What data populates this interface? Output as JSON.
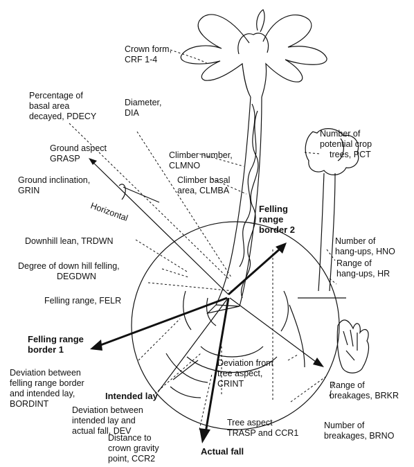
{
  "labels": {
    "crown_form": [
      "Crown form,",
      "CRF 1-4"
    ],
    "pdecy": [
      "Percentage of",
      "basal area",
      "decayed, PDECY"
    ],
    "dia": [
      "Diameter,",
      "DIA"
    ],
    "grasp": [
      "Ground aspect",
      "GRASP"
    ],
    "grin": [
      "Ground inclination,",
      "GRIN"
    ],
    "horizontal": "Horizontal",
    "clmno": [
      "Climber number,",
      "CLMNO"
    ],
    "clmba": [
      "Climber basal",
      "area, CLMBA"
    ],
    "pct": [
      "Number of",
      "potential crop",
      "trees, PCT"
    ],
    "felling_border2": [
      "Felling",
      "range",
      "border 2"
    ],
    "trdwn": "Downhill lean, TRDWN",
    "degdwn": [
      "Degree of down hill felling,",
      "DEGDWN"
    ],
    "hno": [
      "Number of",
      "hang-ups, HNO"
    ],
    "hr": [
      "Range of",
      "hang-ups, HR"
    ],
    "felr": "Felling range, FELR",
    "felling_border1": [
      "Felling range",
      "border 1"
    ],
    "bordint": [
      "Deviation between",
      "felling range border",
      "and intended lay,",
      "BORDINT"
    ],
    "intended_lay": "Intended lay",
    "crint": [
      "Deviation from",
      "tree aspect,",
      "CRINT"
    ],
    "brkr": [
      "Range of",
      "breakages, BRKR"
    ],
    "dev": [
      "Deviation between",
      "intended lay and",
      "actual fall, DEV"
    ],
    "trasp": [
      "Tree aspect",
      "TRASP and CCR1"
    ],
    "brno": [
      "Number of",
      "breakages, BRNO"
    ],
    "actual_fall": "Actual fall",
    "ccr2": [
      "Distance to",
      "crown gravity",
      "point, CCR2"
    ]
  }
}
